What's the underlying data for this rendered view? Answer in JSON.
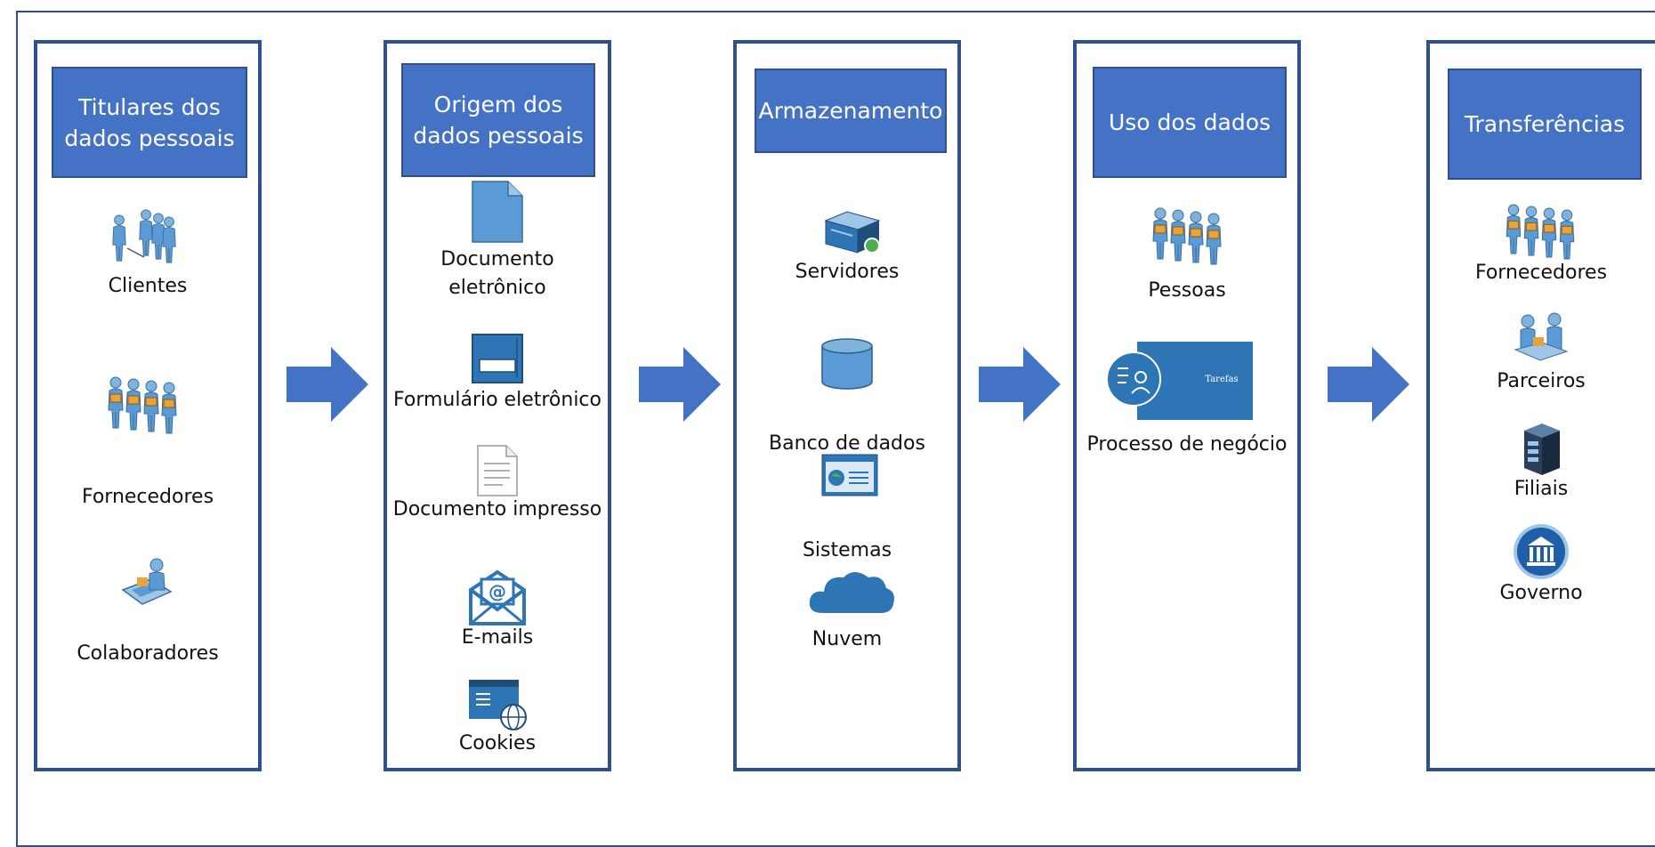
{
  "columns": [
    {
      "header": "Titulares dos\ndados pessoais",
      "items": [
        "Clientes",
        "Fornecedores",
        "Colaboradores"
      ]
    },
    {
      "header": "Origem dos\ndados pessoais",
      "items": [
        "Documento\neletrônico",
        "Formulário eletrônico",
        "Documento impresso",
        "E-mails",
        "Cookies"
      ]
    },
    {
      "header": "Armazenamento",
      "items": [
        "Servidores",
        "Banco de dados",
        "Sistemas",
        "Nuvem"
      ]
    },
    {
      "header": "Uso dos dados",
      "items": [
        "Pessoas",
        "Processo de negócio"
      ],
      "process_card_label": "Tarefas"
    },
    {
      "header": "Transferências",
      "items": [
        "Fornecedores",
        "Parceiros",
        "Filiais",
        "Governo"
      ]
    }
  ],
  "icons": {
    "titulares": [
      "people-group-icon",
      "people-badges-icon",
      "worker-desk-icon"
    ],
    "origem": [
      "document-icon",
      "form-icon",
      "printed-document-icon",
      "email-icon",
      "cookies-browser-icon"
    ],
    "armazenamento": [
      "server-icon",
      "database-icon",
      "system-window-icon",
      "cloud-icon"
    ],
    "uso": [
      "people-badges-icon",
      "process-card-icon"
    ],
    "transferencias": [
      "people-badges-icon",
      "partners-icon",
      "building-icon",
      "government-icon"
    ],
    "flow": "right-arrow-icon"
  },
  "colors": {
    "header_fill": "#4472c4",
    "border": "#2f4f8f",
    "arrow": "#4472c4",
    "icon_blue": "#2e75b6"
  }
}
